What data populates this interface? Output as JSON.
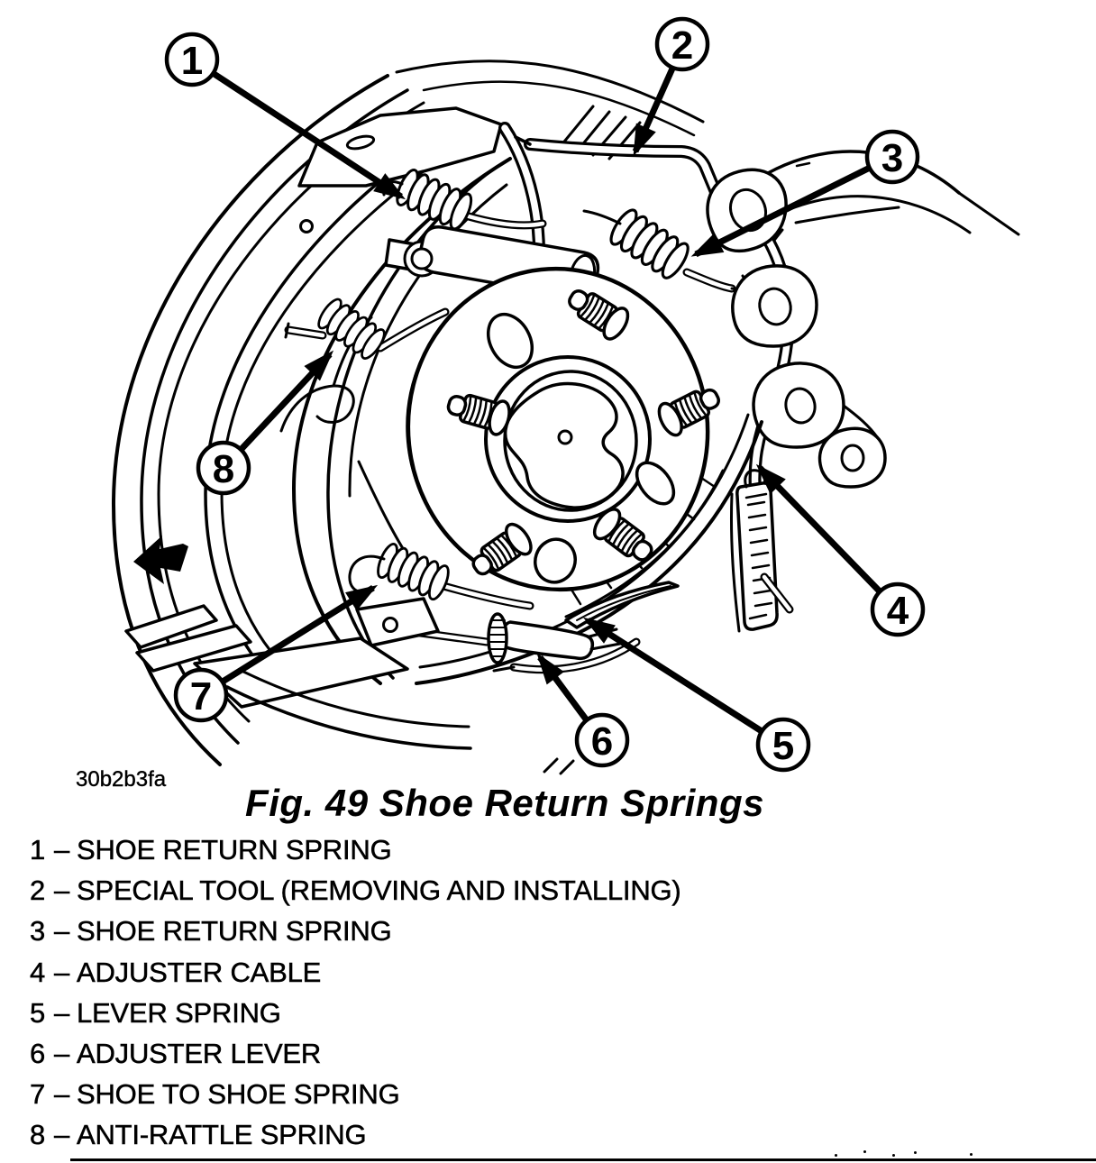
{
  "page": {
    "background_color": "#ffffff",
    "ink_color": "#000000"
  },
  "figure": {
    "code": "30b2b3fa",
    "caption": "Fig. 49 Shoe Return Springs",
    "subject": "Rear drum brake assembly illustration with numbered callouts",
    "callouts": [
      {
        "number": "1"
      },
      {
        "number": "2"
      },
      {
        "number": "3"
      },
      {
        "number": "4"
      },
      {
        "number": "5"
      },
      {
        "number": "6"
      },
      {
        "number": "7"
      },
      {
        "number": "8"
      }
    ]
  },
  "legend": {
    "separator": "–",
    "items": [
      {
        "number": "1",
        "label": "SHOE RETURN SPRING"
      },
      {
        "number": "2",
        "label": "SPECIAL TOOL (REMOVING AND INSTALLING)"
      },
      {
        "number": "3",
        "label": "SHOE RETURN SPRING"
      },
      {
        "number": "4",
        "label": "ADJUSTER CABLE"
      },
      {
        "number": "5",
        "label": "LEVER SPRING"
      },
      {
        "number": "6",
        "label": "ADJUSTER LEVER"
      },
      {
        "number": "7",
        "label": "SHOE TO SHOE SPRING"
      },
      {
        "number": "8",
        "label": "ANTI-RATTLE SPRING"
      }
    ]
  }
}
